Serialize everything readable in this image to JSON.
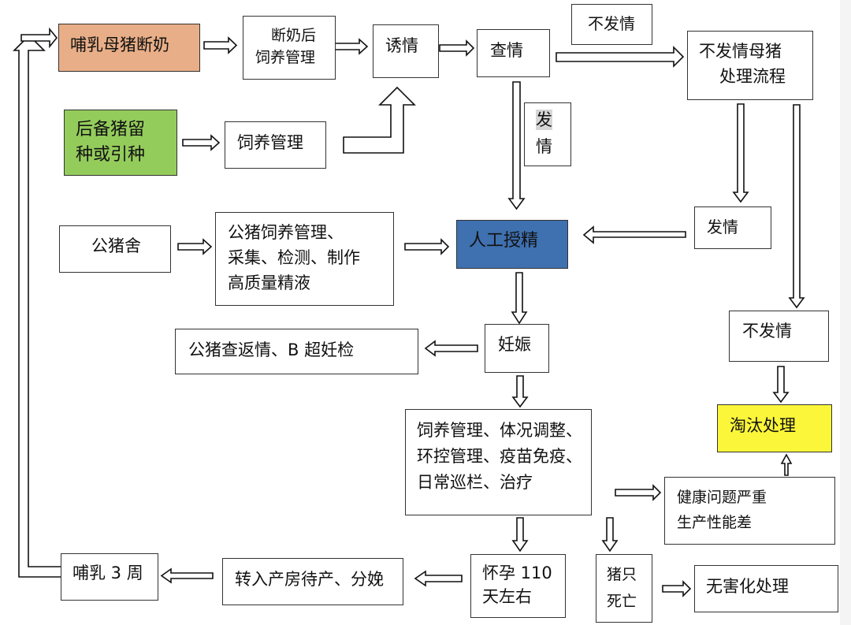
{
  "diagram": {
    "type": "flowchart",
    "colors": {
      "sow_weaning": "#e8ae87",
      "gilt_source": "#94cc5c",
      "artificial_insemination": "#3f70af",
      "culling": "#fbf63a"
    },
    "nodes": {
      "sow_weaning": {
        "label": "哺乳母猪断奶"
      },
      "post_weaning_management": {
        "line1": "断奶后",
        "line2": "饲养管理"
      },
      "estrus_induction": {
        "label": "诱情"
      },
      "estrus_check": {
        "label": "查情"
      },
      "no_estrus_label": {
        "label": "不发情"
      },
      "no_estrus_sow_process": {
        "line1": "不发情母猪",
        "line2": "处理流程"
      },
      "gilt_source": {
        "line1": "后备猪留",
        "line2": "种或引种"
      },
      "gilt_management": {
        "label": "饲养管理"
      },
      "estrus_label": {
        "char1": "发",
        "char2": "情"
      },
      "boar_house": {
        "label": "公猪舍"
      },
      "boar_semen": {
        "line1": "公猪饲养管理、",
        "line2": "采集、检测、制作",
        "line3": "高质量精液"
      },
      "artificial_insemination": {
        "label": "人工授精"
      },
      "estrus_after_process": {
        "label": "发情"
      },
      "pregnancy": {
        "label": "妊娠"
      },
      "return_check": {
        "label": "公猪查返情、B 超妊检"
      },
      "no_estrus_final": {
        "label": "不发情"
      },
      "culling": {
        "label": "淘汰处理"
      },
      "gestation_management": {
        "line1": "饲养管理、体况调整、",
        "line2": "环控管理、疫苗免疫、",
        "line3": "日常巡栏、治疗"
      },
      "health_issues": {
        "line1": "健康问题严重",
        "line2": "生产性能差"
      },
      "gestation_110": {
        "line1": "怀孕 110",
        "line2": "天左右"
      },
      "pig_death": {
        "line1": "猪只",
        "line2": "死亡"
      },
      "harmless_disposal": {
        "label": "无害化处理"
      },
      "farrowing": {
        "label": "转入产房待产、分娩"
      },
      "lactation_3w": {
        "label": "哺乳 3 周"
      }
    },
    "edges": [
      [
        "sow_weaning",
        "post_weaning_management"
      ],
      [
        "post_weaning_management",
        "estrus_induction"
      ],
      [
        "estrus_induction",
        "estrus_check"
      ],
      [
        "estrus_check",
        "no_estrus_sow_process",
        "不发情"
      ],
      [
        "gilt_source",
        "gilt_management"
      ],
      [
        "gilt_management",
        "estrus_induction"
      ],
      [
        "estrus_check",
        "artificial_insemination",
        "发情"
      ],
      [
        "no_estrus_sow_process",
        "estrus_after_process"
      ],
      [
        "no_estrus_sow_process",
        "no_estrus_final"
      ],
      [
        "estrus_after_process",
        "artificial_insemination"
      ],
      [
        "boar_house",
        "boar_semen"
      ],
      [
        "boar_semen",
        "artificial_insemination"
      ],
      [
        "artificial_insemination",
        "pregnancy"
      ],
      [
        "pregnancy",
        "return_check"
      ],
      [
        "pregnancy",
        "gestation_management"
      ],
      [
        "no_estrus_final",
        "culling"
      ],
      [
        "gestation_management",
        "health_issues"
      ],
      [
        "health_issues",
        "culling"
      ],
      [
        "gestation_management",
        "gestation_110"
      ],
      [
        "gestation_management",
        "pig_death"
      ],
      [
        "pig_death",
        "harmless_disposal"
      ],
      [
        "gestation_110",
        "farrowing"
      ],
      [
        "farrowing",
        "lactation_3w"
      ],
      [
        "lactation_3w",
        "sow_weaning"
      ]
    ]
  }
}
